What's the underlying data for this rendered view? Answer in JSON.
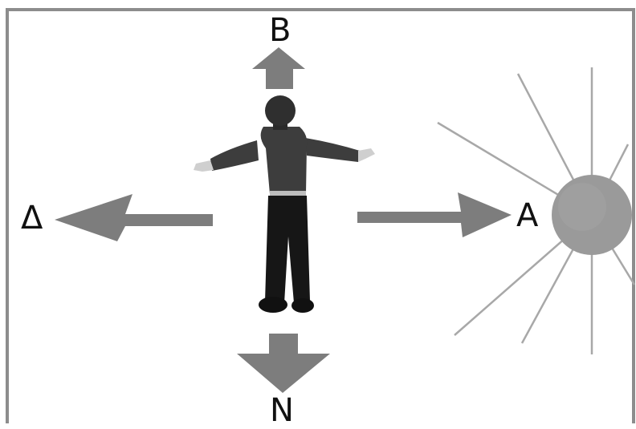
{
  "labels": {
    "north": "B",
    "south": "N",
    "west": "Δ",
    "east": "A"
  },
  "colors": {
    "border": "#8d8d8d",
    "arrow": "#7d7d7d",
    "sun": "#9a9a9a",
    "sun_rays": "#a8a8a8",
    "shirt": "#3d3d3d",
    "trousers": "#161616",
    "skin": "#cfcfcf"
  },
  "icons": {
    "person": "person-arms-outstretched-icon",
    "sun": "sun-icon"
  }
}
